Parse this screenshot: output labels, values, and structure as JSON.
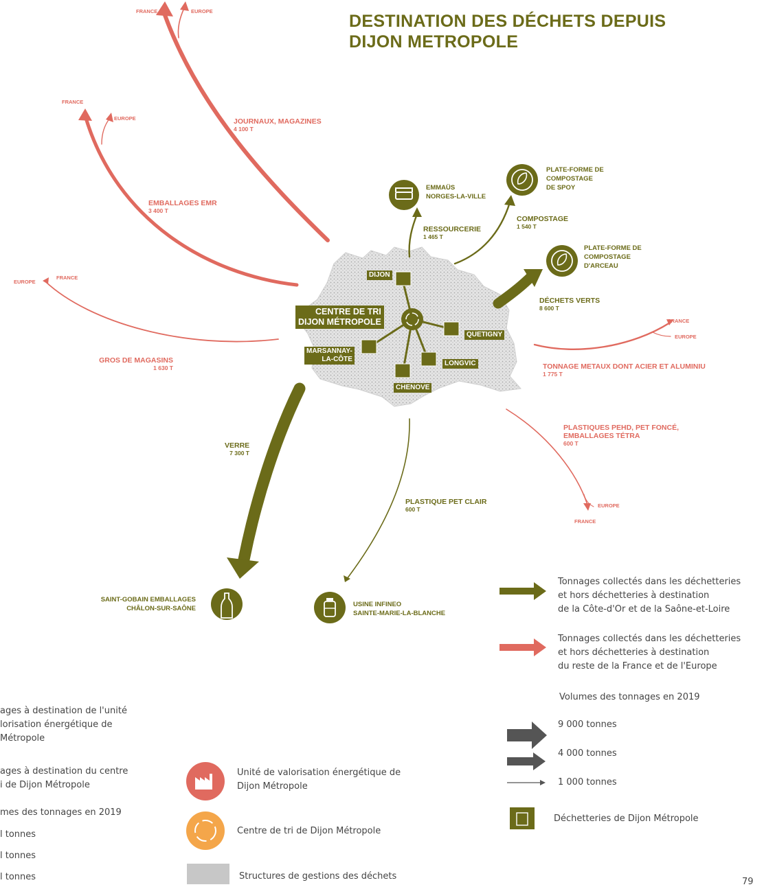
{
  "title": [
    "DESTINATION DES DÉCHETS DEPUIS",
    "DIJON METROPOLE"
  ],
  "colors": {
    "olive": "#6b6b19",
    "red": "#e06a5f",
    "orange": "#f4a64a",
    "grey": "#c7c7c7"
  },
  "flows": {
    "journaux": {
      "label": "JOURNAUX, MAGAZINES",
      "value": "4 100 T",
      "dest_a": "FRANCE",
      "dest_b": "EUROPE"
    },
    "emr": {
      "label": "EMBALLAGES EMR",
      "value": "3 400 T",
      "dest_a": "FRANCE",
      "dest_b": "EUROPE"
    },
    "gros": {
      "label": "GROS DE MAGASINS",
      "value": "1 630 T",
      "dest_a": "EUROPE",
      "dest_b": "FRANCE"
    },
    "ressourcerie": {
      "label": "RESSOURCERIE",
      "value": "1 465 T"
    },
    "compostage": {
      "label": "COMPOSTAGE",
      "value": "1 540 T"
    },
    "verts": {
      "label": "DÉCHETS VERTS",
      "value": "8 600 T"
    },
    "metaux": {
      "label": "TONNAGE METAUX DONT ACIER ET ALUMINIU",
      "value": "1 775 T",
      "dest_a": "FRANCE",
      "dest_b": "EUROPE"
    },
    "plastiques": {
      "label_1": "PLASTIQUES PEHD, PET FONCÉ,",
      "label_2": "EMBALLAGES TÉTRA",
      "value": "600 T",
      "dest_a": "EUROPE",
      "dest_b": "FRANCE"
    },
    "verre": {
      "label": "VERRE",
      "value": "7 300 T"
    },
    "pet_clair": {
      "label": "PLASTIQUE PET CLAIR",
      "value": "600 T"
    }
  },
  "destinations": {
    "emmaus": [
      "EMMAÜS",
      "NORGES-LA-VILLE"
    ],
    "spoy": [
      "PLATE-FORME DE",
      "COMPOSTAGE",
      "DE SPOY"
    ],
    "arceau": [
      "PLATE-FORME DE",
      "COMPOSTAGE",
      "D'ARCEAU"
    ],
    "saint_gobain": [
      "SAINT-GOBAIN EMBALLAGES",
      "CHÂLON-SUR-SAÔNE"
    ],
    "infineo": [
      "USINE INFINEO",
      "SAINTE-MARIE-LA-BLANCHE"
    ]
  },
  "centre": [
    "CENTRE DE TRI",
    "DIJON MÉTROPOLE"
  ],
  "dechetteries": {
    "dijon": "DIJON",
    "quetigny": "QUETIGNY",
    "marsannay_1": "MARSANNAY-",
    "marsannay_2": "LA-CÔTE",
    "longvic": "LONGVIC",
    "chenove": "CHENOVE"
  },
  "legend_right": {
    "olive_text": [
      "Tonnages collectés dans les déchetteries",
      "et hors déchetteries à destination",
      "de la Côte-d'Or et de la Saône-et-Loire"
    ],
    "red_text": [
      "Tonnages collectés dans les déchetteries",
      "et hors déchetteries à destination",
      "du reste de la France et de l'Europe"
    ],
    "volumes_title": "Volumes des tonnages en 2019",
    "vol_9000": "9 000 tonnes",
    "vol_4000": "4 000 tonnes",
    "vol_1000": "1 000 tonnes",
    "dechetteries": "Déchetteries de Dijon Métropole"
  },
  "legend_left": {
    "line_1a": "ages  à destination de l'unité",
    "line_1b": "lorisation énergétique de",
    "line_1c": " Métropole",
    "line_2a": "ages à destination du centre",
    "line_2b": "i de Dijon Métropole",
    "volumes_title": "mes des tonnages en 2019",
    "t1": "l tonnes",
    "t2": "l tonnes",
    "t3": "l tonnes"
  },
  "legend_center": {
    "uve": [
      "Unité de valorisation énergétique de",
      "Dijon Métropole"
    ],
    "centre_tri": "Centre de tri de Dijon Métropole",
    "structures": "Structures de gestions des déchets"
  },
  "page_number": "79"
}
